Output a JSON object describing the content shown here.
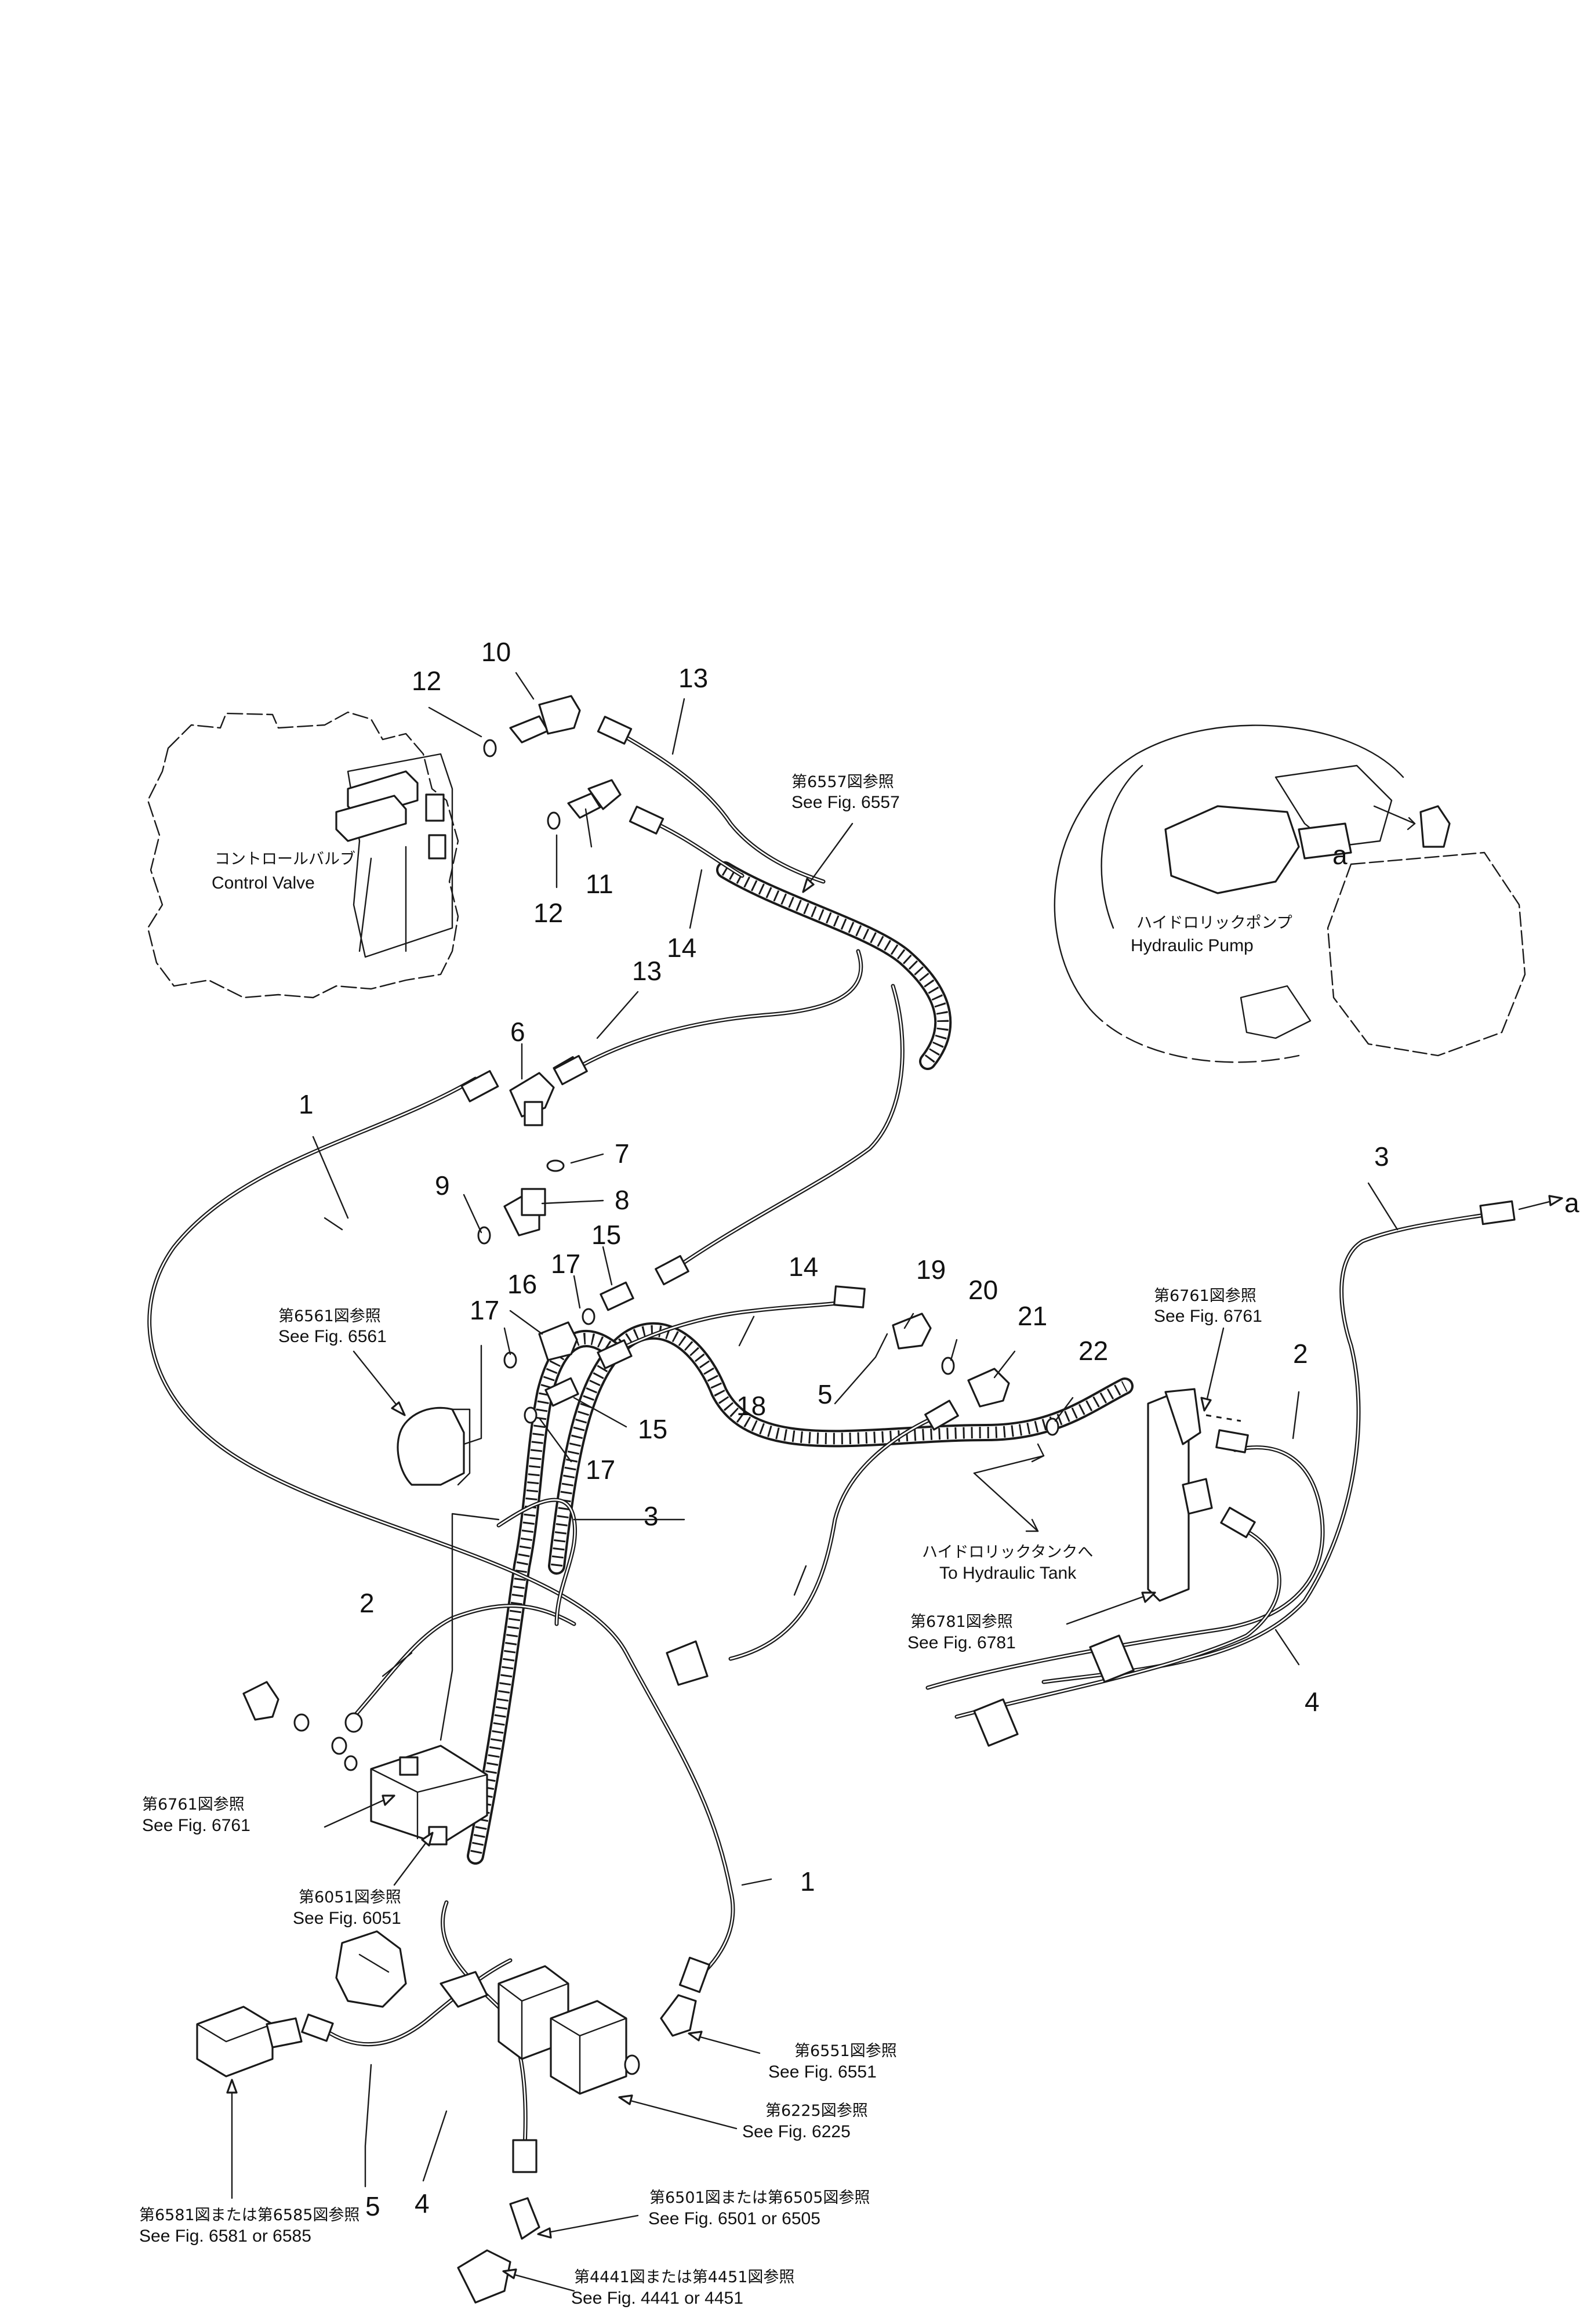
{
  "diagram": {
    "part_numbers": [
      "1",
      "2",
      "3",
      "4",
      "5",
      "6",
      "7",
      "8",
      "9",
      "10",
      "11",
      "12",
      "13",
      "14",
      "15",
      "16",
      "17",
      "18",
      "19",
      "20",
      "21",
      "22"
    ],
    "components": {
      "control_valve": {
        "label_jp": "コントロールバルブ",
        "label_en": "Control Valve"
      },
      "hydraulic_pump": {
        "label_jp": "ハイドロリックポンプ",
        "label_en": "Hydraulic Pump"
      },
      "hydraulic_tank": {
        "label_jp": "ハイドロリックタンクへ",
        "label_en": "To Hydraulic Tank"
      }
    },
    "connection_marker": "a",
    "references": [
      {
        "jp": "第6557図参照",
        "en": "See Fig. 6557"
      },
      {
        "jp": "第6561図参照",
        "en": "See Fig. 6561"
      },
      {
        "jp": "第6761図参照",
        "en": "See Fig. 6761"
      },
      {
        "jp": "第6781図参照",
        "en": "See Fig. 6781"
      },
      {
        "jp": "第6761図参照",
        "en": "See Fig. 6761"
      },
      {
        "jp": "第6051図参照",
        "en": "See Fig. 6051"
      },
      {
        "jp": "第6551図参照",
        "en": "See Fig. 6551"
      },
      {
        "jp": "第6225図参照",
        "en": "See Fig. 6225"
      },
      {
        "jp": "第6581図または第6585図参照",
        "en": "See Fig. 6581 or 6585"
      },
      {
        "jp": "第6501図または第6505図参照",
        "en": "See Fig. 6501 or 6505"
      },
      {
        "jp": "第4441図または第4451図参照",
        "en": "See Fig. 4441 or 4451"
      }
    ]
  }
}
